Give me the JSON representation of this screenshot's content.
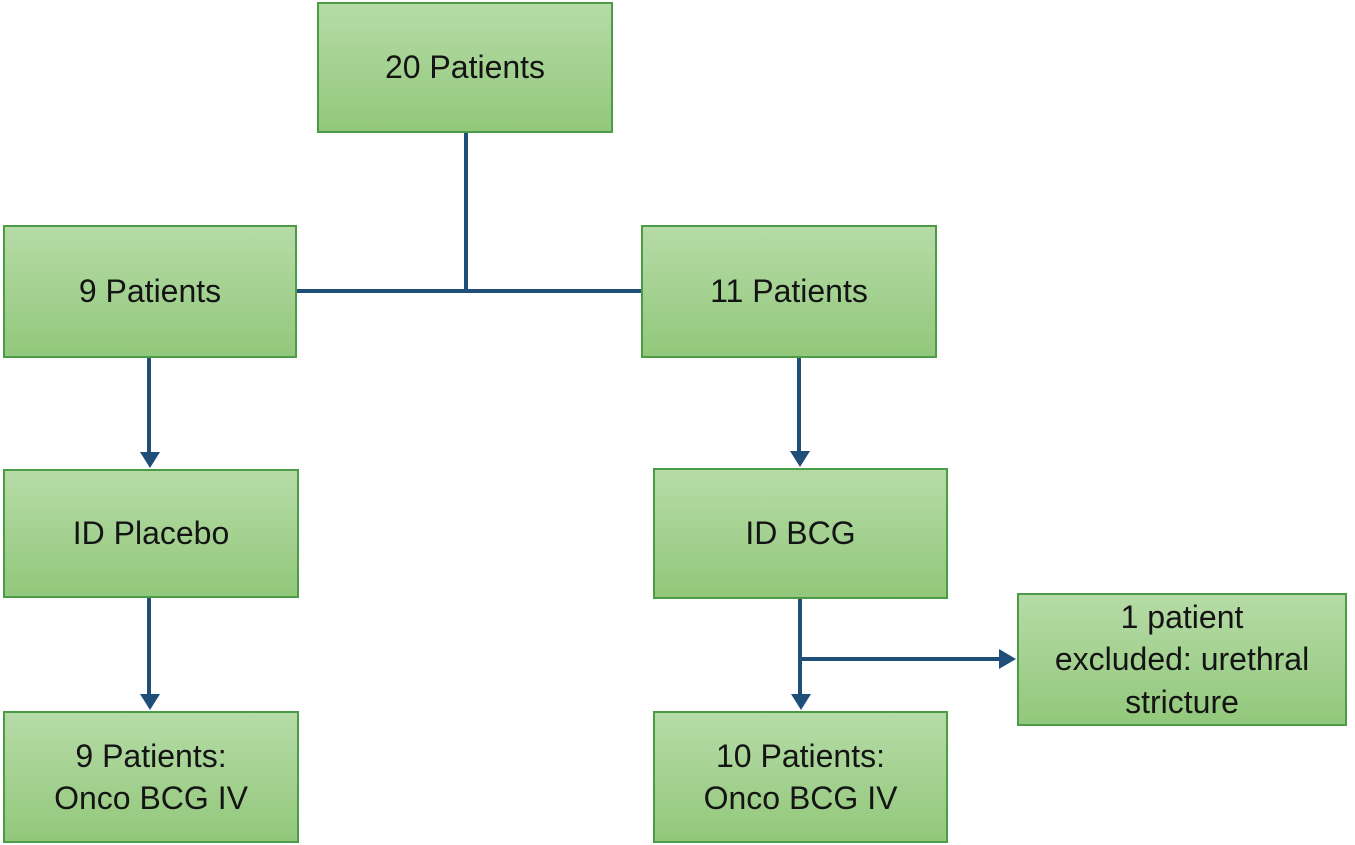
{
  "colors": {
    "box_fill_top": "#b6dba7",
    "box_fill_bottom": "#92c87b",
    "box_border": "#4c9b47",
    "connector": "#1f4e79",
    "text": "#141414"
  },
  "nodes": {
    "total": {
      "lines": [
        "20 Patients"
      ]
    },
    "left_arm": {
      "lines": [
        "9 Patients"
      ]
    },
    "right_arm": {
      "lines": [
        "11 Patients"
      ]
    },
    "placebo": {
      "lines": [
        "ID Placebo"
      ]
    },
    "bcg": {
      "lines": [
        "ID BCG"
      ]
    },
    "left_outcome": {
      "lines": [
        "9 Patients:",
        "Onco BCG IV"
      ]
    },
    "right_outcome": {
      "lines": [
        "10 Patients:",
        "Onco BCG IV"
      ]
    },
    "excluded": {
      "lines": [
        "1 patient",
        "excluded: urethral",
        "stricture"
      ]
    }
  }
}
